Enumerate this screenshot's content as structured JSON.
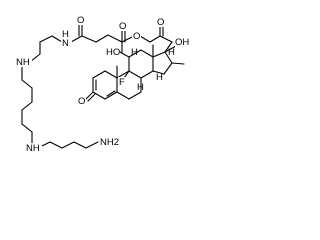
{
  "atom_labels": {
    "amide_nh": "N",
    "amide_h": "H",
    "amide_o": "O",
    "ester_o_carbonyl": "O",
    "ester_o_link": "O",
    "ketone_o": "O",
    "oh_top": "OH",
    "oh_c11": "HO",
    "h_c11": "H",
    "f": "F",
    "h_c8": "H",
    "h_c14": "H",
    "h_c16": "H",
    "ketone3_o": "O",
    "nh_1": "NH",
    "nh_2": "NH",
    "nh2": "NH2"
  },
  "colors": {
    "ink": "#000000",
    "background": "#ffffff"
  }
}
